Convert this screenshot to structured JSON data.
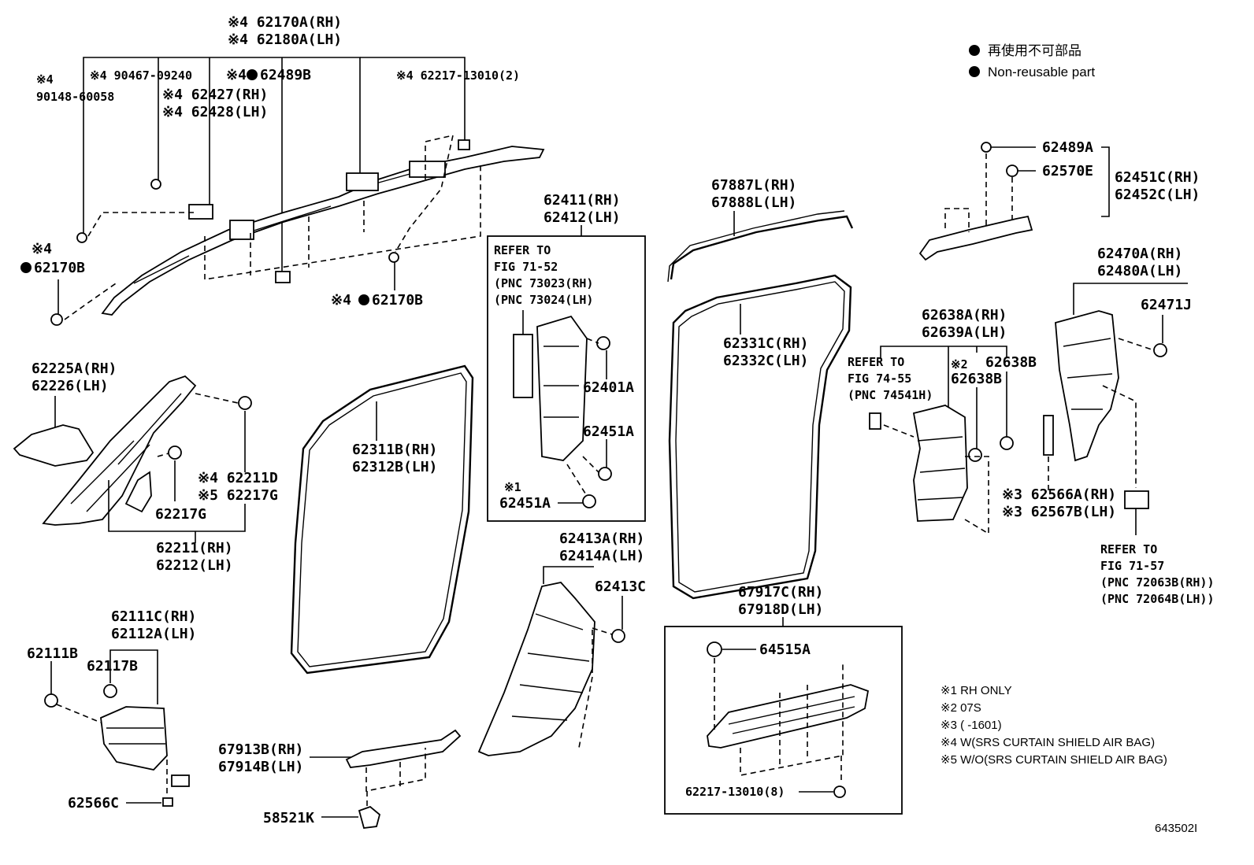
{
  "legend": {
    "jp": "再使用不可部品",
    "en": "Non-reusable part"
  },
  "notes": [
    "※1 RH ONLY",
    "※2 07S",
    "※3 (      -1601)",
    "※4 W(SRS CURTAIN SHIELD AIR BAG)",
    "※5 W/O(SRS CURTAIN SHIELD AIR BAG)"
  ],
  "diagram_id": "643502I",
  "labels": {
    "l1": "※4 62170A(RH)",
    "l2": "※4 62180A(LH)",
    "l3": "※4 90467-09240",
    "l4": "※4",
    "l5": "62489B",
    "l6": "※4 62217-13010(2)",
    "l7": "※4",
    "l8": "90148-60058",
    "l9": "※4 62427(RH)",
    "l10": "※4 62428(LH)",
    "l11": "※4",
    "l12": "62170B",
    "l13": "※4",
    "l14": "62170B",
    "l15": "62411(RH)",
    "l16": "62412(LH)",
    "l17": "REFER TO",
    "l18": "FIG 71-52",
    "l19": "(PNC 73023(RH)",
    "l20": "(PNC 73024(LH)",
    "l21": "62401A",
    "l22": "62451A",
    "l23": "※1",
    "l24": "62451A",
    "l25": "67887L(RH)",
    "l26": "67888L(LH)",
    "l27": "62331C(RH)",
    "l28": "62332C(LH)",
    "l29": "62489A",
    "l30": "62570E",
    "l31": "62451C(RH)",
    "l32": "62452C(LH)",
    "l33": "62470A(RH)",
    "l34": "62480A(LH)",
    "l35": "62471J",
    "l36": "62638A(RH)",
    "l37": "62639A(LH)",
    "l38": "REFER TO",
    "l39": "FIG 74-55",
    "l40": "(PNC 74541H)",
    "l41": "※2",
    "l42": "62638B",
    "l43": "62638B",
    "l44": "※3 62566A(RH)",
    "l45": "※3 62567B(LH)",
    "l46": "REFER TO",
    "l47": "FIG 71-57",
    "l48": "(PNC 72063B(RH))",
    "l49": "(PNC 72064B(LH))",
    "l50": "62225A(RH)",
    "l51": "62226(LH)",
    "l52": "※4 62211D",
    "l53": "※5 62217G",
    "l54": "62217G",
    "l55": "62211(RH)",
    "l56": "62212(LH)",
    "l57": "62311B(RH)",
    "l58": "62312B(LH)",
    "l59": "62413A(RH)",
    "l60": "62414A(LH)",
    "l61": "62413C",
    "l62": "62111C(RH)",
    "l63": "62112A(LH)",
    "l64": "62111B",
    "l65": "62117B",
    "l66": "62566C",
    "l67": "67913B(RH)",
    "l68": "67914B(LH)",
    "l69": "58521K",
    "l70": "67917C(RH)",
    "l71": "67918D(LH)",
    "l72": "64515A",
    "l73": "62217-13010(8)"
  }
}
